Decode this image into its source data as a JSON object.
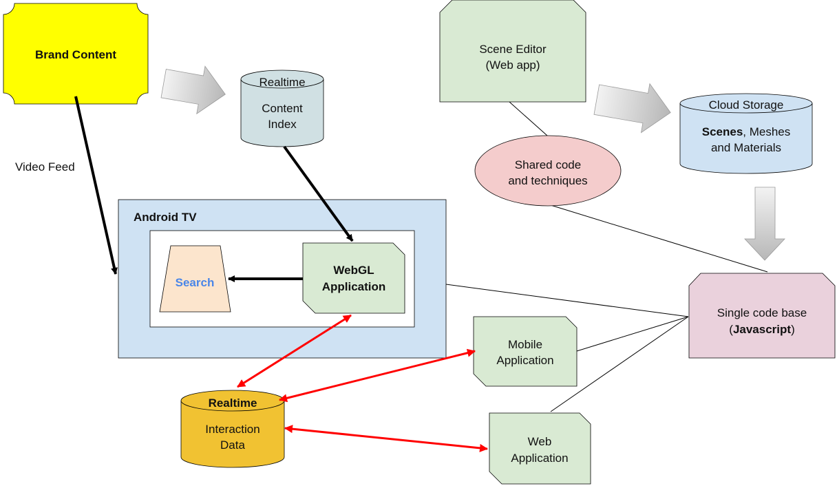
{
  "nodes": {
    "brand_content": {
      "label": "Brand Content",
      "color": "#ffff00"
    },
    "content_index": {
      "line1": "Realtime",
      "line2": "Content",
      "line3": "Index",
      "color": "#d0e0e3"
    },
    "scene_editor": {
      "line1": "Scene Editor",
      "line2": "(Web app)",
      "color": "#d9ead3"
    },
    "cloud_storage": {
      "line1": "Cloud Storage",
      "line2_bold": "Scenes",
      "line2_rest": ", Meshes",
      "line3": "and Materials",
      "color": "#cfe2f3"
    },
    "shared_code": {
      "line1": "Shared code",
      "line2": "and techniques",
      "color": "#f4cccc"
    },
    "android_tv": {
      "label": "Android TV",
      "color": "#cfe2f3"
    },
    "search": {
      "label": "Search",
      "color": "#fce5cd",
      "text_color": "#4a86e8"
    },
    "webgl_app": {
      "line1": "WebGL",
      "line2": "Application",
      "color": "#d9ead3"
    },
    "single_code_base": {
      "line1": "Single code base",
      "line2_pre": "(",
      "line2_bold": "Javascript",
      "line2_post": ")",
      "color": "#ead1dc"
    },
    "mobile_app": {
      "line1": "Mobile",
      "line2": "Application",
      "color": "#d9ead3"
    },
    "web_app": {
      "line1": "Web",
      "line2": "Application",
      "color": "#d9ead3"
    },
    "interaction_data": {
      "line1": "Realtime",
      "line2": "Interaction",
      "line3": "Data",
      "color": "#f1c232"
    }
  },
  "edges": {
    "video_feed_label": "Video Feed",
    "arrow_red": "#ff0000",
    "arrow_black": "#000000"
  }
}
